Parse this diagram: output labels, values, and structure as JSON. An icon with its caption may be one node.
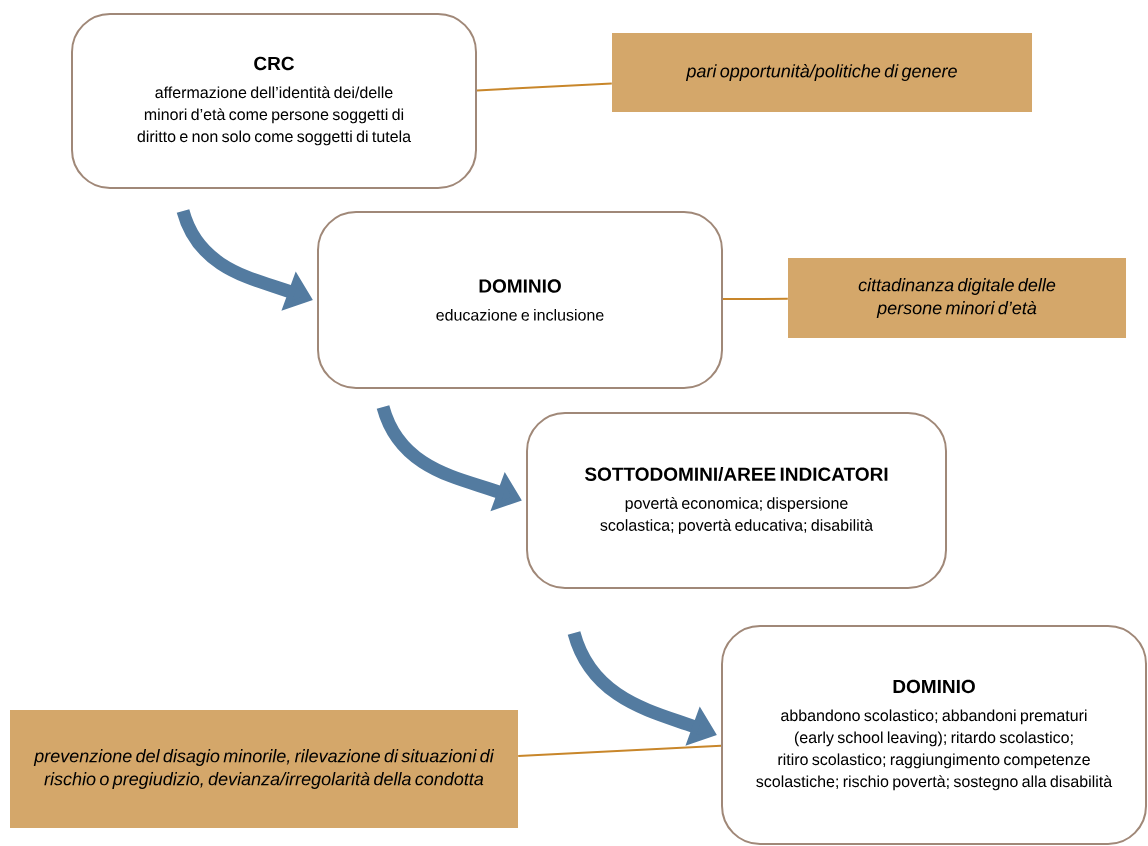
{
  "diagram": {
    "nodes": [
      {
        "text": [
          "CRC",
          "affermazione dell’identità dei/delle minori d’età come persone soggetti di diritto e non solo come soggetti di tutela"
        ]
      },
      {
        "text": [
          "pari opportunità/politiche di genere"
        ]
      },
      {
        "text": [
          "DOMINIO",
          "educazione e inclusione"
        ]
      },
      {
        "text": [
          "cittadinanza digitale delle persone minori d’età"
        ]
      },
      {
        "text": [
          "SOTTODOMINI/AREE INDICATORI",
          "povertà economica; dispersione scolastica; povertà educativa; disabilità"
        ]
      },
      {
        "text": [
          "DOMINIO",
          "abbandono scolastico; abbandoni prematuri (early school leaving); ritardo scolastico; ritiro scolastico; raggiungimento competenze scolastiche; rischio povertà; sostegno alla disabilità"
        ]
      },
      {
        "text": [
          "prevenzione del disagio minorile, rilevazione di situazioni di rischio o pregiudizio, devianza/irregolarità della condotta"
        ]
      }
    ],
    "edges": [
      {
        "from": 0,
        "to": 2,
        "arrow": "to",
        "style": "thick",
        "color": "#537ba0"
      },
      {
        "from": 2,
        "to": 4,
        "arrow": "to",
        "style": "thick",
        "color": "#537ba0"
      },
      {
        "from": 4,
        "to": 5,
        "arrow": "to",
        "style": "thick",
        "color": "#537ba0"
      },
      {
        "from": 0,
        "to": 1,
        "arrow": "none",
        "color": "#c8862a"
      },
      {
        "from": 2,
        "to": 3,
        "arrow": "none",
        "color": "#c8862a"
      },
      {
        "from": 6,
        "to": 5,
        "arrow": "none",
        "color": "#c8862a"
      }
    ]
  }
}
